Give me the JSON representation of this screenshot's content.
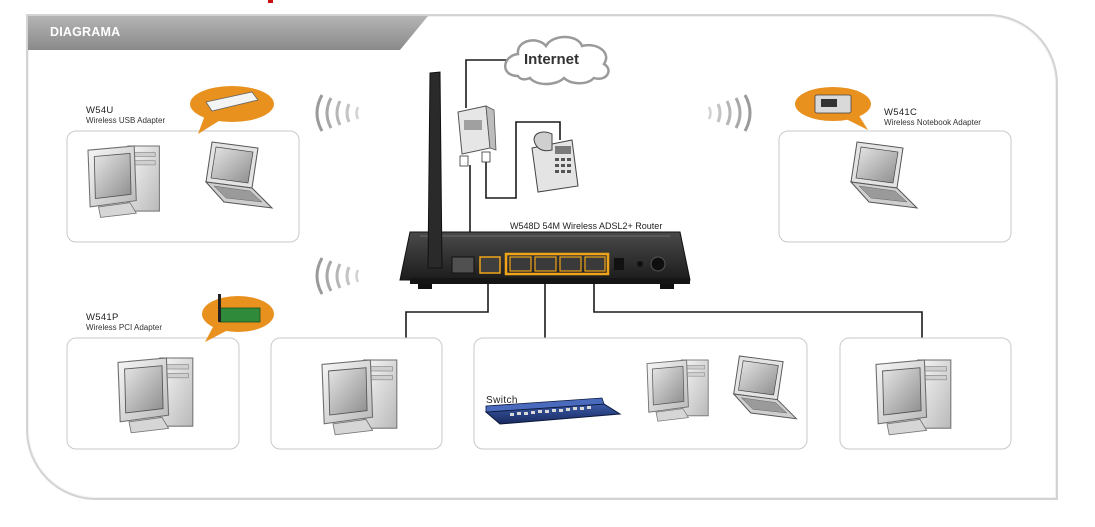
{
  "header": {
    "title": "DIAGRAMA"
  },
  "cloud": {
    "label": "Internet"
  },
  "router": {
    "label": "W548D 54M Wireless ADSL2+ Router"
  },
  "switch": {
    "label": "Switch"
  },
  "clients": {
    "usb": {
      "model": "W54U",
      "desc": "Wireless USB Adapter"
    },
    "pci": {
      "model": "W541P",
      "desc": "Wireless PCI Adapter"
    },
    "notebook": {
      "model": "W541C",
      "desc": "Wireless Notebook Adapter"
    }
  },
  "colors": {
    "header_bar": "#9d9d9d",
    "router_body": "#2d2d2d",
    "lan_port": "#f0a419",
    "adapter_bubble": "#e8911f",
    "cable": "#1a1a1a",
    "switch_body": "#243a7a"
  }
}
